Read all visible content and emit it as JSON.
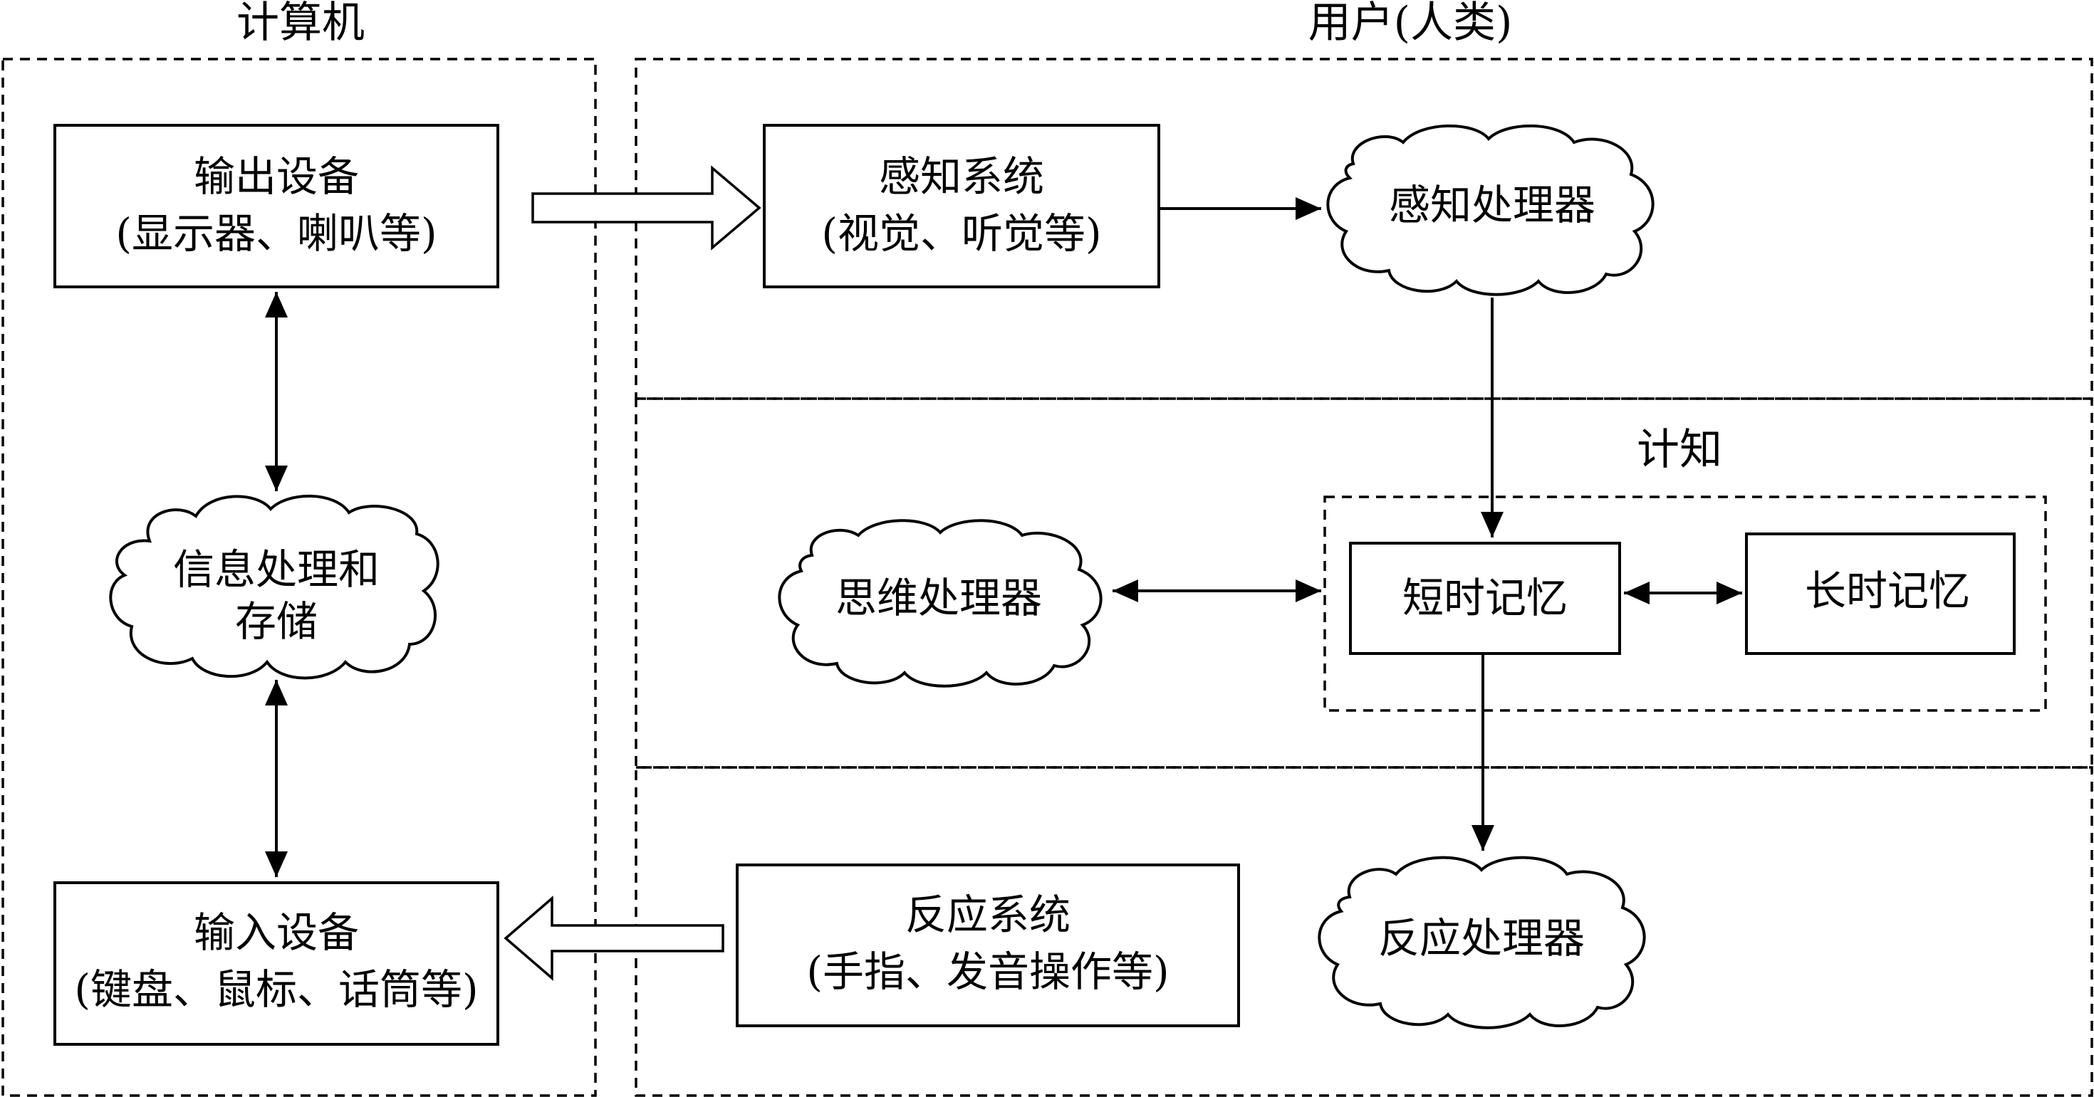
{
  "regions": {
    "computer": {
      "title": "计算机"
    },
    "user": {
      "title": "用户(人类)"
    },
    "cognition": {
      "title": "计知"
    }
  },
  "nodes": {
    "output_device": {
      "line1": "输出设备",
      "line2": "(显示器、喇叭等)"
    },
    "info_processing": {
      "line1": "信息处理和",
      "line2": "存储"
    },
    "input_device": {
      "line1": "输入设备",
      "line2": "(键盘、鼠标、话筒等)"
    },
    "perception_system": {
      "line1": "感知系统",
      "line2": "(视觉、听觉等)"
    },
    "perception_processor": {
      "label": "感知处理器"
    },
    "thinking_processor": {
      "label": "思维处理器"
    },
    "short_term_memory": {
      "label": "短时记忆"
    },
    "long_term_memory": {
      "label": "长时记忆"
    },
    "response_system": {
      "line1": "反应系统",
      "line2": "(手指、发音操作等)"
    },
    "response_processor": {
      "label": "反应处理器"
    }
  },
  "edges": [
    {
      "from": "output_device",
      "to": "perception_system",
      "style": "hollow-arrow"
    },
    {
      "from": "perception_system",
      "to": "perception_processor",
      "style": "arrow"
    },
    {
      "from": "perception_processor",
      "to": "short_term_memory",
      "style": "arrow"
    },
    {
      "from": "thinking_processor",
      "to": "short_term_memory",
      "style": "bidirectional"
    },
    {
      "from": "short_term_memory",
      "to": "long_term_memory",
      "style": "bidirectional"
    },
    {
      "from": "short_term_memory",
      "to": "response_processor",
      "style": "arrow"
    },
    {
      "from": "response_system",
      "to": "input_device",
      "style": "hollow-arrow"
    },
    {
      "from": "output_device",
      "to": "info_processing",
      "style": "bidirectional"
    },
    {
      "from": "info_processing",
      "to": "input_device",
      "style": "bidirectional"
    }
  ]
}
